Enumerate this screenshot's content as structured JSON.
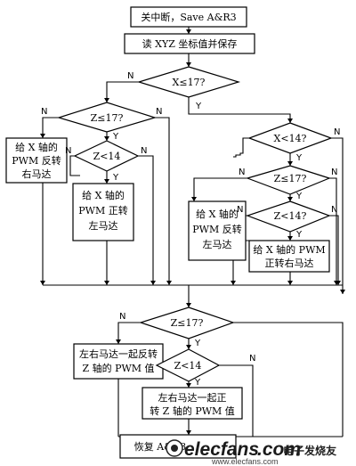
{
  "flowchart": {
    "nodes": {
      "start": "关中断，Save A&R3",
      "read": "读 XYZ 坐标值并保存",
      "d_x17": "X≤17?",
      "d_z17_left": "Z≤17?",
      "p_rev_right": [
        "给 X 轴的",
        "PWM 反转",
        "右马达"
      ],
      "d_z14_left": "Z<14",
      "p_fwd_left": [
        "给 X 轴的",
        "PWM 正转",
        "左马达"
      ],
      "d_x14": "X<14?",
      "d_z17_right": "Z≤17?",
      "p_rev_left": [
        "给 X 轴的",
        "PWM 反转",
        "左马达"
      ],
      "d_z14_right": "Z<14?",
      "p_fwd_right": [
        "给 X 轴的 PWM",
        "正转右马达"
      ],
      "d_z17_bottom": "Z≤17?",
      "p_both_rev": [
        "左右马达一起反转",
        "Z 轴的 PWM 值"
      ],
      "d_z14_bottom": "Z<14",
      "p_both_fwd": [
        "左右马达一起正",
        "转 Z 轴的 PWM 值"
      ],
      "end": "恢复 A&R3"
    },
    "yes_label": "Y",
    "no_label": "N"
  },
  "watermark": {
    "brand": "elecfans",
    "suffix": ".com",
    "chinese": "电子发烧友",
    "url": "www.elecfans.com"
  }
}
